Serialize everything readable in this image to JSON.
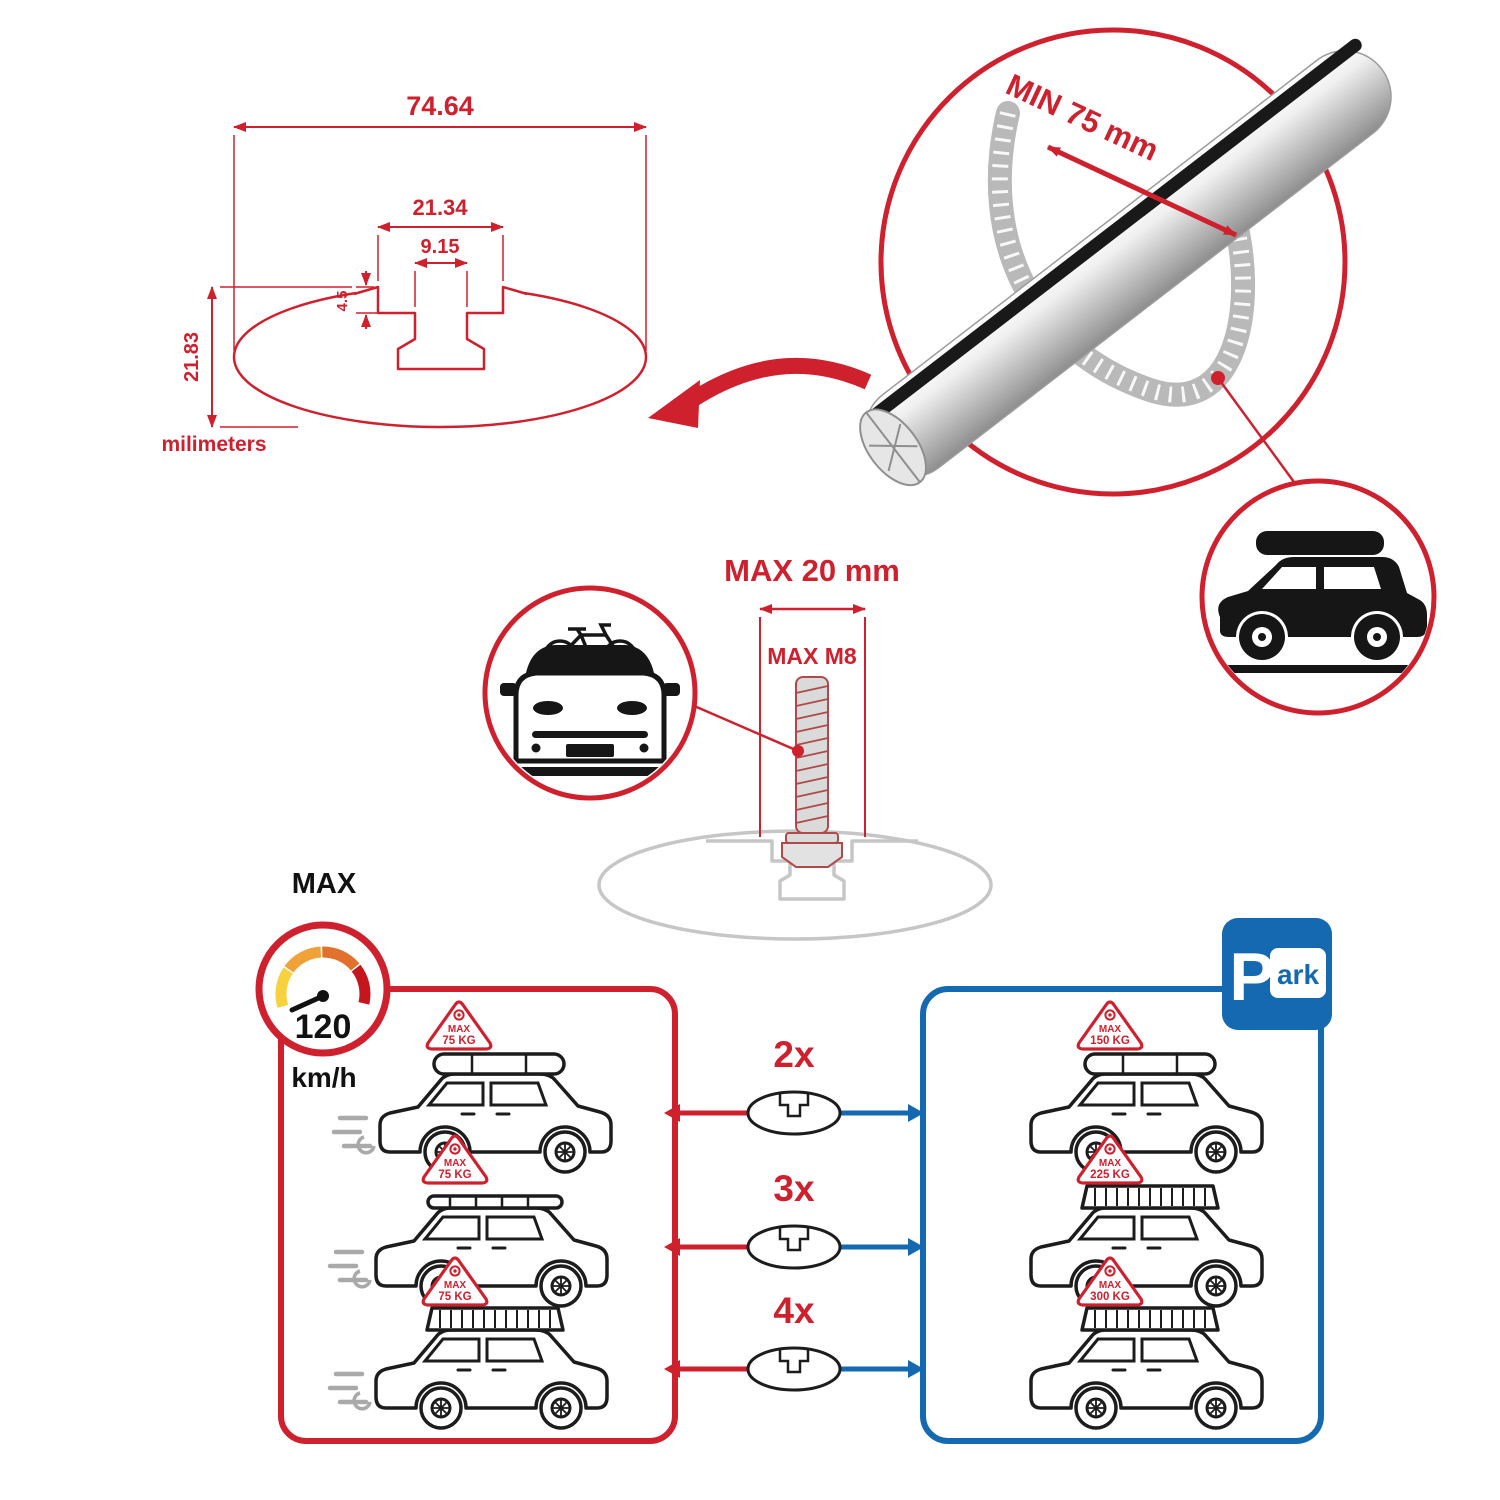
{
  "colors": {
    "red": "#cf202e",
    "blue": "#1569b0",
    "gray": "#c6c6c6",
    "black": "#1c1c1c"
  },
  "cross_section": {
    "total_width": "74.64",
    "channel_width": "21.34",
    "slot_width": "9.15",
    "lip_depth": "4.5",
    "total_height": "21.83",
    "units": "milimeters"
  },
  "bar_detail": {
    "min_span": "MIN 75 mm"
  },
  "bolt_detail": {
    "max_width": "MAX 20 mm",
    "max_thread": "MAX M8"
  },
  "speed": {
    "label": "MAX",
    "value": "120",
    "unit": "km/h"
  },
  "parking": {
    "p": "P",
    "ark": "ark"
  },
  "comparison": {
    "bar_counts": [
      "2x",
      "3x",
      "4x"
    ],
    "driving_cars": [
      {
        "max": "MAX",
        "weight": "75 KG"
      },
      {
        "max": "MAX",
        "weight": "75 KG"
      },
      {
        "max": "MAX",
        "weight": "75 KG"
      }
    ],
    "parked_cars": [
      {
        "max": "MAX",
        "weight": "150 KG"
      },
      {
        "max": "MAX",
        "weight": "225 KG"
      },
      {
        "max": "MAX",
        "weight": "300 KG"
      }
    ]
  }
}
